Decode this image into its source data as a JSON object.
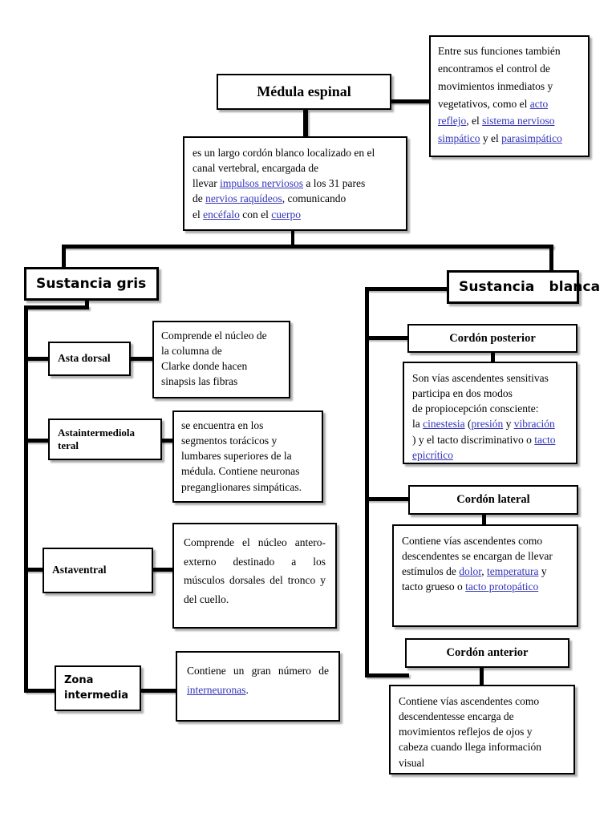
{
  "diagram": {
    "title": "Médula espinal",
    "link_color": "#3333bb",
    "root": {
      "label": "Médula espinal"
    },
    "root_note": {
      "parts": [
        {
          "t": "Entre sus funciones también encontramos el control de movimientos inmediatos y vegetativos, como el ",
          "link": false
        },
        {
          "t": "acto reflejo",
          "link": true
        },
        {
          "t": ", el ",
          "link": false
        },
        {
          "t": "sistema nervioso simpático",
          "link": true
        },
        {
          "t": " y el ",
          "link": false
        },
        {
          "t": "parasimpático",
          "link": true
        }
      ],
      "plain": "Entre sus funciones también encontramos el control de movimientos inmediatos y vegetativos, como el acto reflejo, el sistema nervioso simpático y el parasimpático"
    },
    "root_def": {
      "lines": [
        [
          {
            "t": "es un largo cordón blanco localizado en el",
            "link": false
          }
        ],
        [
          {
            "t": "canal vertebral, encargada de",
            "link": false
          }
        ],
        [
          {
            "t": "llevar ",
            "link": false
          },
          {
            "t": "impulsos nerviosos",
            "link": true
          },
          {
            "t": " a los 31 pares",
            "link": false
          }
        ],
        [
          {
            "t": "de ",
            "link": false
          },
          {
            "t": "nervios raquídeos",
            "link": true
          },
          {
            "t": ", comunicando",
            "link": false
          }
        ],
        [
          {
            "t": "el ",
            "link": false
          },
          {
            "t": "encéfalo",
            "link": true
          },
          {
            "t": " con el ",
            "link": false
          },
          {
            "t": "cuerpo",
            "link": true
          }
        ]
      ],
      "plain": "es un largo cordón blanco localizado en el canal vertebral, encargada de llevar impulsos nerviosos a los 31 pares de nervios raquídeos, comunicando el encéfalo con el cuerpo"
    },
    "branches": [
      {
        "id": "sustancia-gris",
        "label": "Sustancia gris",
        "children": [
          {
            "id": "asta-dorsal",
            "label": "Asta dorsal",
            "label_font": "serif",
            "desc_lines": [
              "Comprende el núcleo de",
              "la columna de",
              "Clarke donde hacen",
              "sinapsis las fibras"
            ],
            "desc_plain": "Comprende el núcleo de la columna de Clarke donde hacen sinapsis las fibras"
          },
          {
            "id": "asta-intermediolateral",
            "label": "Astaintermediola teral",
            "label_font": "serif",
            "desc_lines": [
              "se encuentra en los",
              "segmentos torácicos y",
              "lumbares superiores de la",
              "médula. Contiene neuronas",
              "preganglionares simpáticas."
            ],
            "desc_plain": "se encuentra en los segmentos torácicos y lumbares superiores de la médula. Contiene neuronas preganglionares simpáticas."
          },
          {
            "id": "asta-ventral",
            "label": "Astaventral",
            "label_font": "serif",
            "desc_plain": "Comprende el núcleo antero-externo destinado a los músculos dorsales del tronco y del cuello."
          },
          {
            "id": "zona-intermedia",
            "label": "Zona intermedia",
            "label_font": "sans",
            "desc_parts": [
              {
                "t": "Contiene un gran número de ",
                "link": false
              },
              {
                "t": "interneuronas",
                "link": true
              },
              {
                "t": ".",
                "link": false
              }
            ],
            "desc_plain": "Contiene un gran número de interneuronas."
          }
        ]
      },
      {
        "id": "sustancia-blanca",
        "label": "Sustancia   blanca",
        "children": [
          {
            "id": "cordon-posterior",
            "label": "Cordón posterior",
            "desc_lines": [
              [
                {
                  "t": "Son vías ascendentes sensitivas",
                  "link": false
                }
              ],
              [
                {
                  "t": "participa en dos modos",
                  "link": false
                }
              ],
              [
                {
                  "t": "de propiocepción consciente:",
                  "link": false
                }
              ],
              [
                {
                  "t": "la ",
                  "link": false
                },
                {
                  "t": "cinestesia",
                  "link": true
                },
                {
                  "t": " (",
                  "link": false
                },
                {
                  "t": "presión",
                  "link": true
                },
                {
                  "t": " y ",
                  "link": false
                },
                {
                  "t": "vibración",
                  "link": true
                }
              ],
              [
                {
                  "t": ") y el tacto discriminativo o ",
                  "link": false
                },
                {
                  "t": "tacto",
                  "link": true
                }
              ],
              [
                {
                  "t": "epicrítico",
                  "link": true
                }
              ]
            ],
            "desc_plain": "Son vías ascendentes sensitivas participa en dos modos de propiocepción consciente: la cinestesia (presión y vibración ) y el tacto discriminativo o tacto epicrítico"
          },
          {
            "id": "cordon-lateral",
            "label": "Cordón lateral",
            "desc_lines": [
              [
                {
                  "t": "Contiene vías ascendentes como",
                  "link": false
                }
              ],
              [
                {
                  "t": "descendentes se encargan de llevar",
                  "link": false
                }
              ],
              [
                {
                  "t": "estímulos de ",
                  "link": false
                },
                {
                  "t": "dolor",
                  "link": true
                },
                {
                  "t": ", ",
                  "link": false
                },
                {
                  "t": "temperatura",
                  "link": true
                },
                {
                  "t": " y",
                  "link": false
                }
              ],
              [
                {
                  "t": "tacto grueso o ",
                  "link": false
                },
                {
                  "t": "tacto protopático",
                  "link": true
                }
              ]
            ],
            "desc_plain": "Contiene vías ascendentes como descendentes se encargan de llevar estímulos de dolor, temperatura y tacto grueso o tacto protopático"
          },
          {
            "id": "cordon-anterior",
            "label": "Cordón anterior",
            "desc_lines": [
              [
                {
                  "t": "Contiene vías ascendentes como",
                  "link": false
                }
              ],
              [
                {
                  "t": "descendentesse encarga de",
                  "link": false
                }
              ],
              [
                {
                  "t": "movimientos reflejos de ojos y",
                  "link": false
                }
              ],
              [
                {
                  "t": "cabeza cuando llega información",
                  "link": false
                }
              ],
              [
                {
                  "t": "visual",
                  "link": false
                }
              ]
            ],
            "desc_plain": "Contiene vías ascendentes como descendentesse encarga de movimientos reflejos de ojos y cabeza cuando llega información visual"
          }
        ]
      }
    ]
  }
}
